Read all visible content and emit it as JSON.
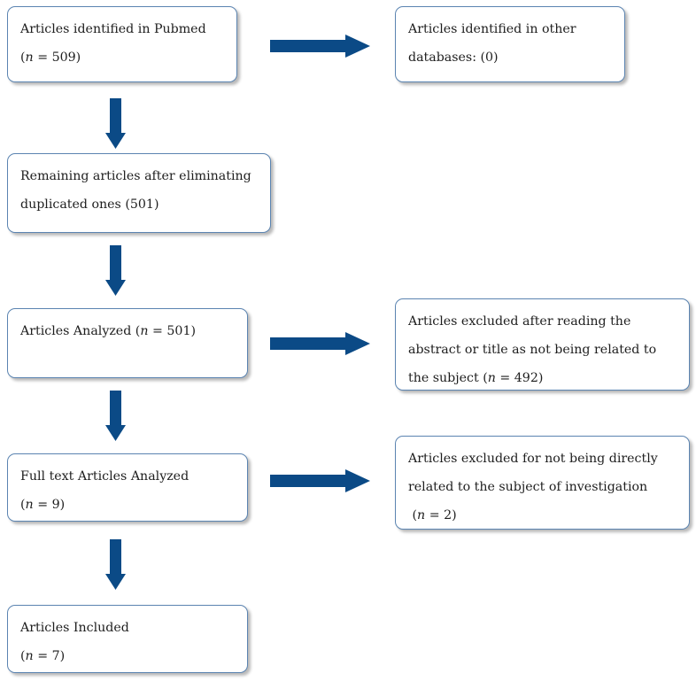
{
  "boxes": {
    "pubmed": {
      "lines": [
        [
          "Articles identified in Pubmed",
          ""
        ],
        [
          "(",
          "n",
          " = 509)"
        ]
      ]
    },
    "other_db": {
      "lines": [
        [
          "Articles identified in other",
          ""
        ],
        [
          "databases: (0)",
          ""
        ]
      ]
    },
    "remaining": {
      "lines": [
        [
          "Remaining articles after eliminating",
          ""
        ],
        [
          "duplicated ones (501)",
          ""
        ]
      ]
    },
    "analyzed": {
      "lines": [
        [
          "Articles Analyzed (",
          "n",
          " = 501)"
        ]
      ]
    },
    "excluded_title": {
      "lines": [
        [
          "Articles excluded after reading the",
          ""
        ],
        [
          "abstract or title as not being related to",
          ""
        ],
        [
          "the subject (",
          "n",
          " = 492)"
        ]
      ]
    },
    "full_text": {
      "lines": [
        [
          "Full text Articles Analyzed",
          ""
        ],
        [
          "(",
          "n",
          " = 9)"
        ]
      ]
    },
    "excluded_direct": {
      "lines": [
        [
          "Articles excluded for not being directly",
          ""
        ],
        [
          "related to the subject of investigation",
          ""
        ],
        [
          " (",
          "n",
          " = 2)"
        ]
      ]
    },
    "included": {
      "lines": [
        [
          "Articles Included",
          ""
        ],
        [
          "(",
          "n",
          " = 7)"
        ]
      ]
    }
  },
  "colors": {
    "arrow": "#0b4a86",
    "border": "#5b84b1"
  }
}
